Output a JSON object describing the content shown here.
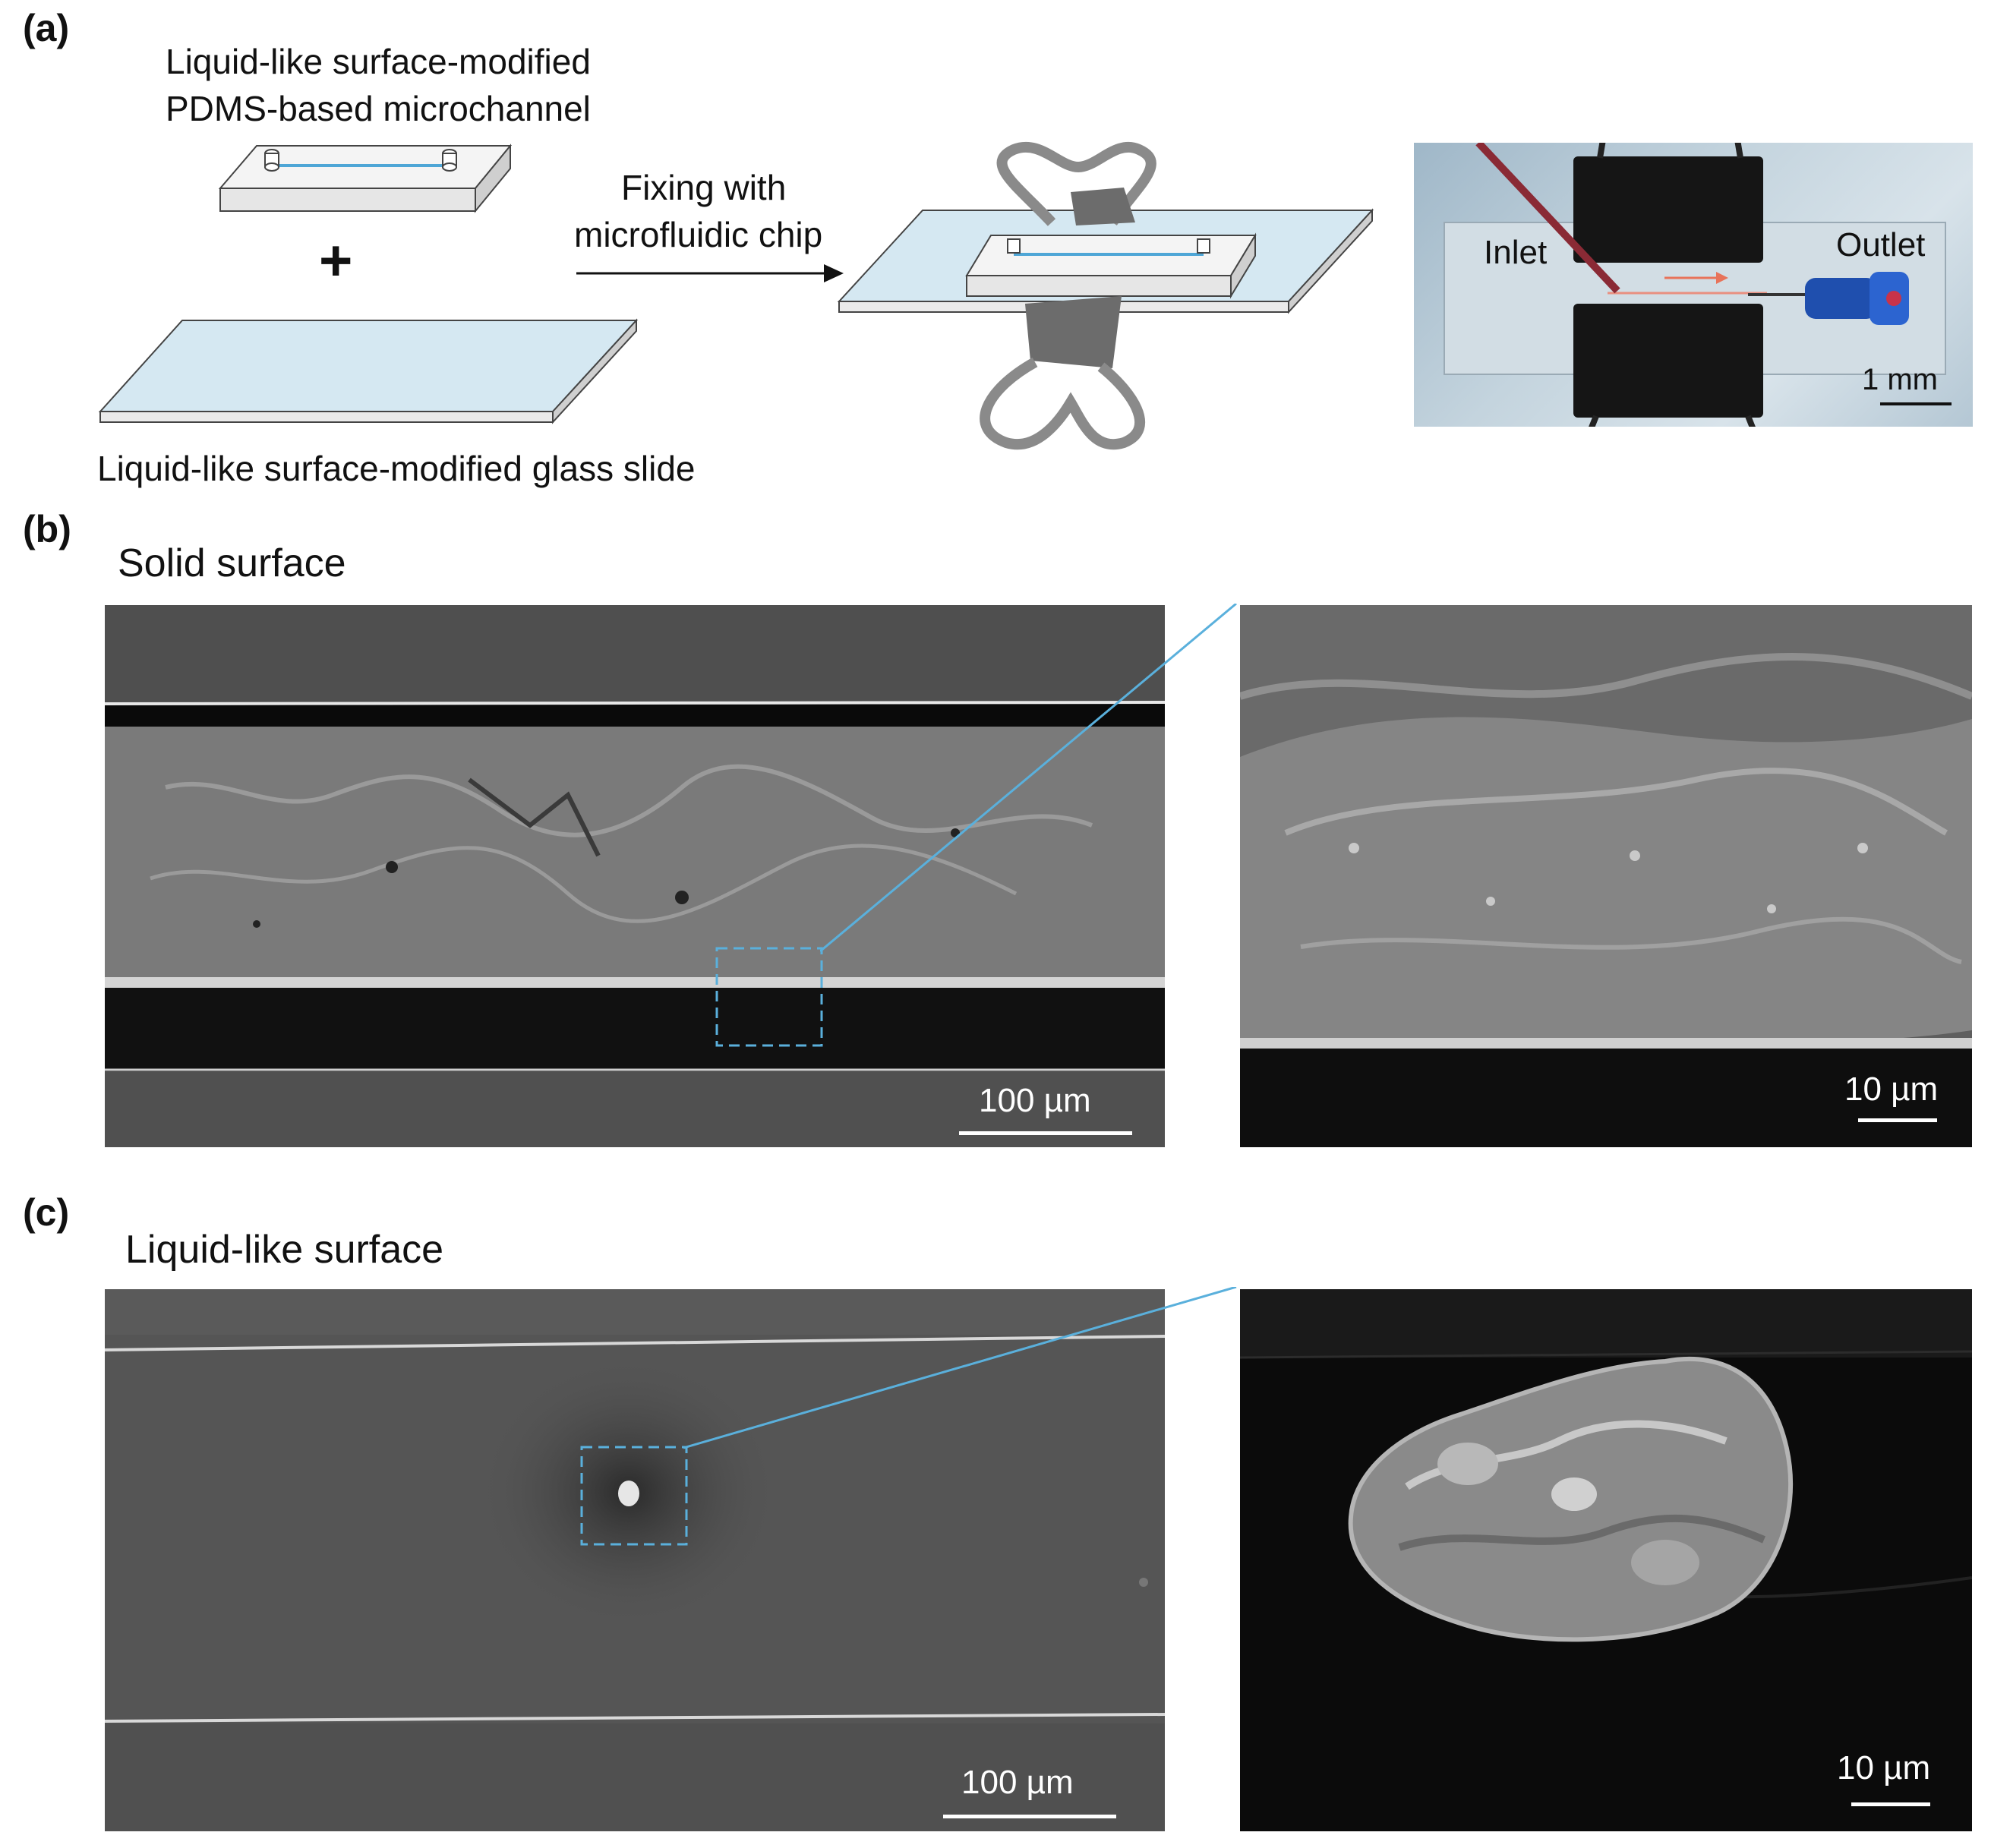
{
  "panel_a": {
    "label": "(a)",
    "channel_caption_line1": "Liquid-like surface-modified",
    "channel_caption_line2": "PDMS-based microchannel",
    "plus": "+",
    "slide_caption": "Liquid-like surface-modified glass slide",
    "arrow_caption_line1": "Fixing with",
    "arrow_caption_line2": "microfluidic chip",
    "photo": {
      "inlet": "Inlet",
      "outlet": "Outlet",
      "scale": "1 mm"
    }
  },
  "panel_b": {
    "label": "(b)",
    "title": "Solid surface",
    "left_scale": "100 µm",
    "right_scale": "10 µm"
  },
  "panel_c": {
    "label": "(c)",
    "title": "Liquid-like surface",
    "left_scale": "100 µm",
    "right_scale": "10 µm"
  },
  "colors": {
    "channel_blue": "#4ea6d6",
    "slide_fill": "#d5e8f2",
    "flow_arrow": "#e8735a",
    "zoom_line": "#5ab0dc"
  }
}
